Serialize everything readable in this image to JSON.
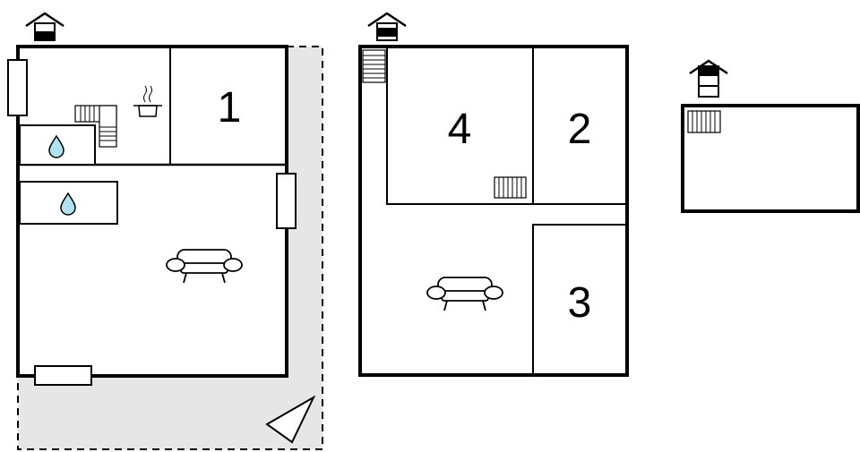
{
  "floors": [
    {
      "level_icon": "house-level-icon-ground",
      "rooms": [
        {
          "label": "1"
        }
      ],
      "icons": [
        "window-icon",
        "bathroom-water-drop-icon",
        "stairs-icon",
        "kitchen-pot-icon",
        "sofa-icon",
        "terrace-area",
        "compass-direction-icon"
      ]
    },
    {
      "level_icon": "house-level-icon-first",
      "rooms": [
        {
          "label": "4"
        },
        {
          "label": "2"
        },
        {
          "label": "3"
        }
      ],
      "icons": [
        "stairs-icon",
        "radiator-icon",
        "sofa-icon"
      ]
    },
    {
      "level_icon": "house-level-icon-attic",
      "rooms": [],
      "icons": [
        "radiator-icon"
      ]
    }
  ],
  "colors": {
    "wall": "#000000",
    "terrace_fill": "#e6e6e6",
    "water": "#aee3f2",
    "background": "#ffffff"
  }
}
